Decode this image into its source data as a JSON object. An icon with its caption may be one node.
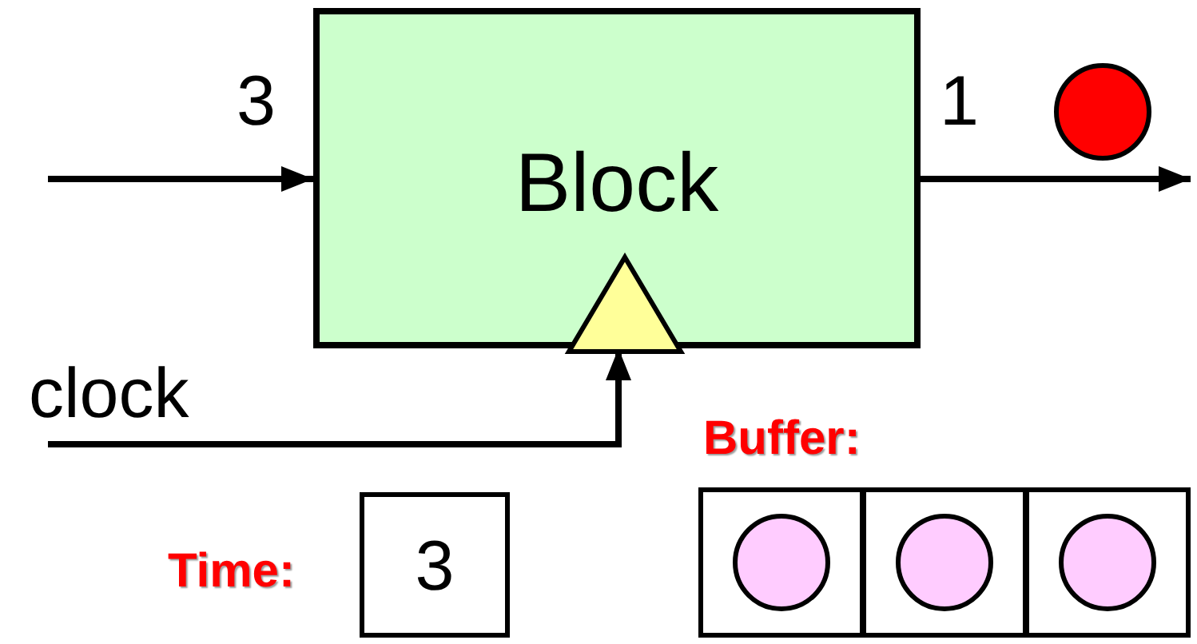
{
  "diagram": {
    "nodes": [
      {
        "text": [
          "Block"
        ]
      },
      {
        "text": [],
        "shape": "triangle",
        "in": 0
      },
      {
        "text": [
          "3"
        ],
        "beside": [
          "Time:"
        ]
      },
      {
        "text": [
          "Buffer:"
        ]
      },
      {
        "text": [],
        "shape": "box",
        "in": 3
      },
      {
        "text": [],
        "shape": "box",
        "in": 3
      },
      {
        "text": [],
        "shape": "box",
        "in": 3
      }
    ],
    "edges": [
      {
        "from": null,
        "to": 0,
        "arrow": "to",
        "label": "3"
      },
      {
        "from": 0,
        "to": null,
        "arrow": "to",
        "label": "1"
      },
      {
        "from": null,
        "to": 1,
        "arrow": "to",
        "label": "clock"
      }
    ]
  }
}
